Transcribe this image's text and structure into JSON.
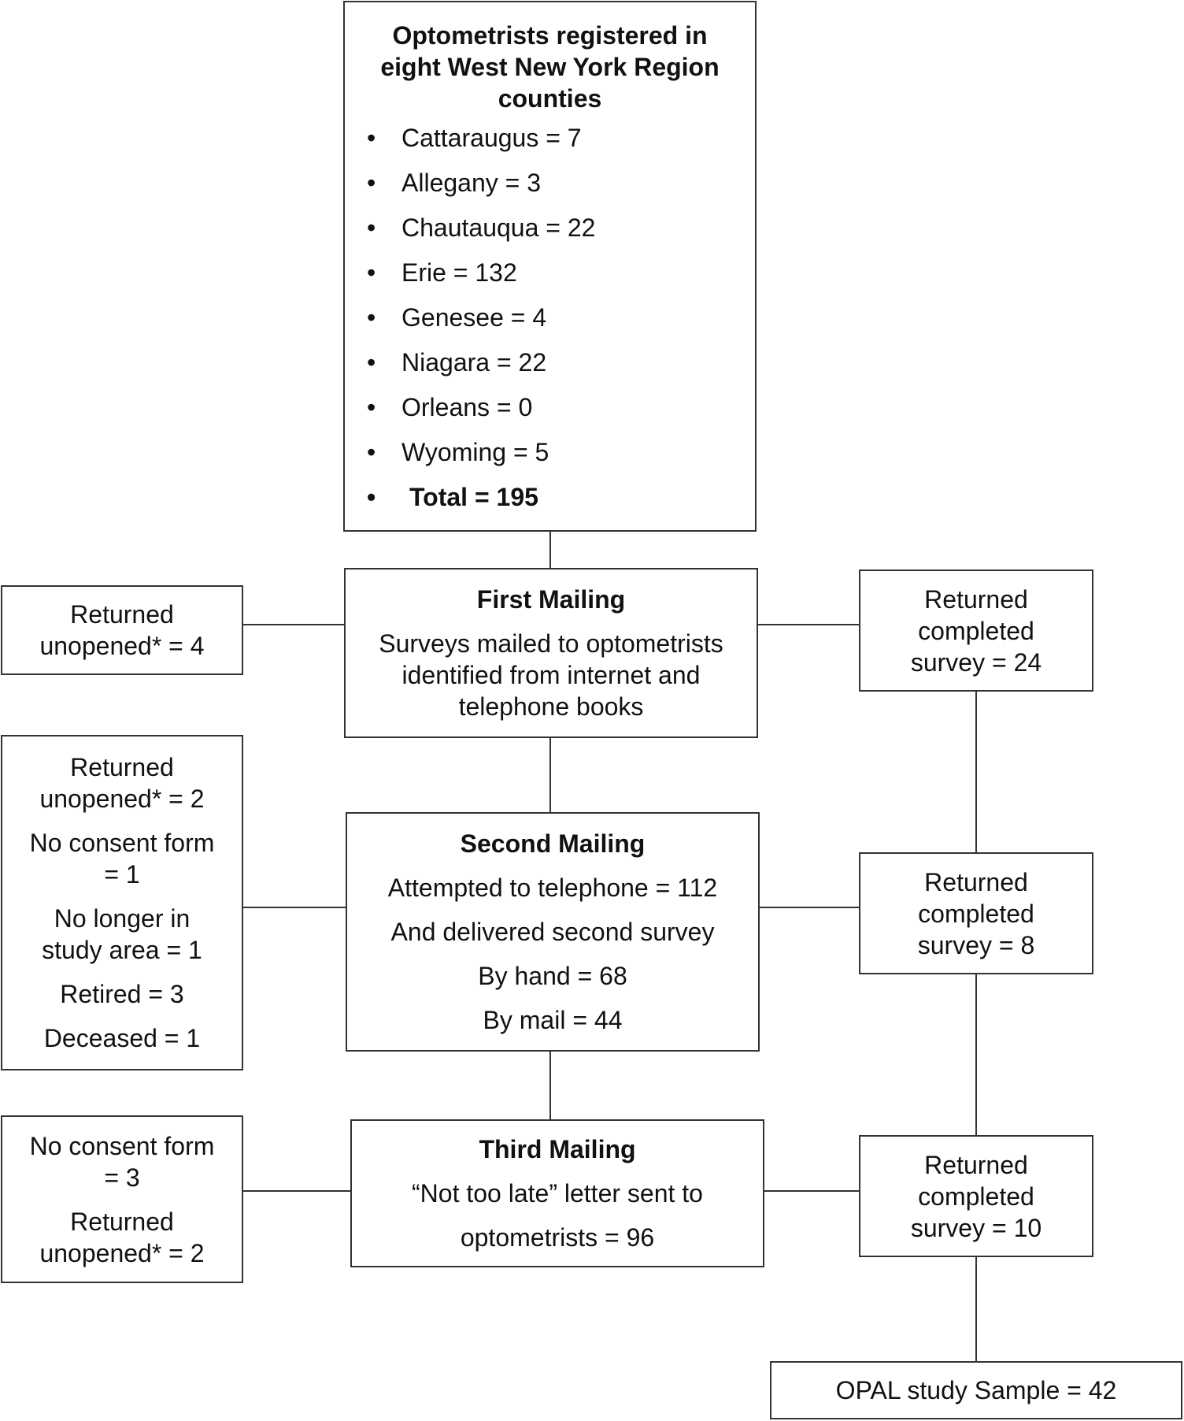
{
  "top": {
    "title": "Optometrists registered in eight West New York Region counties",
    "counties": [
      "Cattaraugus = 7",
      "Allegany = 3",
      "Chautauqua = 22",
      "Erie = 132",
      "Genesee = 4",
      "Niagara = 22",
      "Orleans = 0",
      "Wyoming = 5"
    ],
    "total": "Total = 195"
  },
  "first": {
    "title": "First Mailing",
    "text": "Surveys mailed to optometrists identified from internet and telephone books",
    "left": "Returned unopened* = 4",
    "right": "Returned completed survey = 24"
  },
  "second": {
    "title": "Second Mailing",
    "lines": [
      "Attempted to telephone = 112",
      "And delivered second survey",
      "By hand = 68",
      "By mail = 44"
    ],
    "left": [
      "Returned unopened* = 2",
      "No consent form = 1",
      "No longer in study area = 1",
      "Retired = 3",
      "Deceased = 1"
    ],
    "right": "Returned completed survey = 8"
  },
  "third": {
    "title": "Third Mailing",
    "lines": [
      "“Not too late” letter sent to",
      "optometrists = 96"
    ],
    "left": [
      "No consent form = 3",
      "Returned unopened* = 2"
    ],
    "right": "Returned completed survey = 10"
  },
  "final": "OPAL study Sample = 42"
}
